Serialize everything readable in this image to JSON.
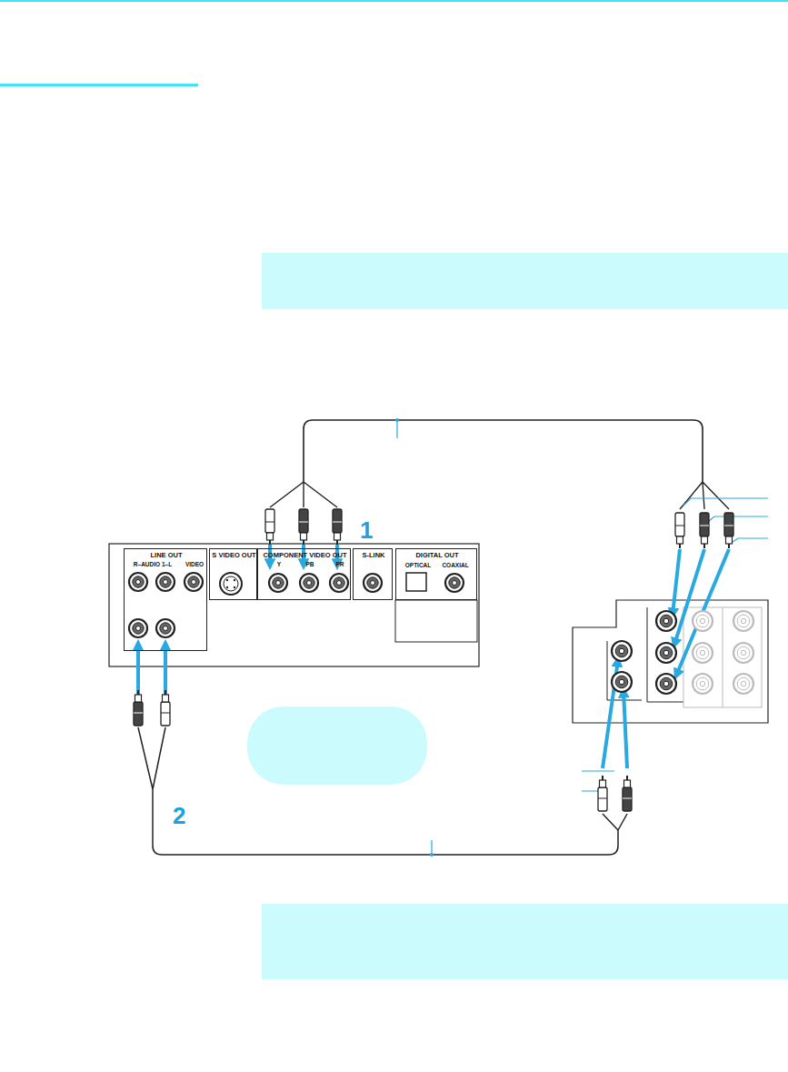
{
  "diagram": {
    "nodes": [
      {
        "text": [
          "LINE OUT",
          "R–AUDIO 1–L",
          "VIDEO"
        ]
      },
      {
        "text": [
          "S VIDEO OUT"
        ]
      },
      {
        "text": [
          "COMPONENT VIDEO OUT",
          "Y",
          "PB",
          "PR"
        ]
      },
      {
        "text": [
          "S-LINK"
        ]
      },
      {
        "text": [
          "DIGITAL OUT",
          "OPTICAL",
          "COAXIAL"
        ]
      }
    ],
    "labels": [
      "1",
      "2"
    ]
  }
}
